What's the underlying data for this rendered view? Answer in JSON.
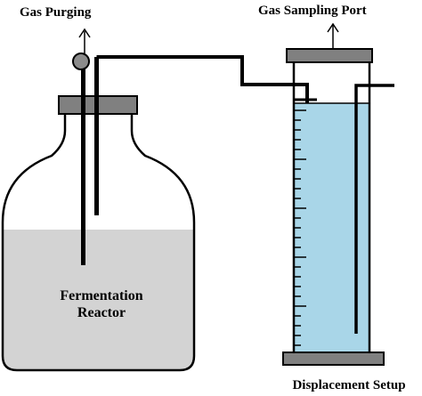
{
  "labels": {
    "gas_purging": "Gas Purging",
    "gas_sampling_port": "Gas Sampling Port",
    "reactor_line1": "Fermentation",
    "reactor_line2": "Reactor",
    "displacement_setup": "Displacement Setup"
  },
  "colors": {
    "liquid_reactor": "#d3d3d3",
    "liquid_cylinder": "#a9d6e8",
    "cap": "#808080",
    "valve": "#8c8c8c",
    "line": "#000000"
  }
}
